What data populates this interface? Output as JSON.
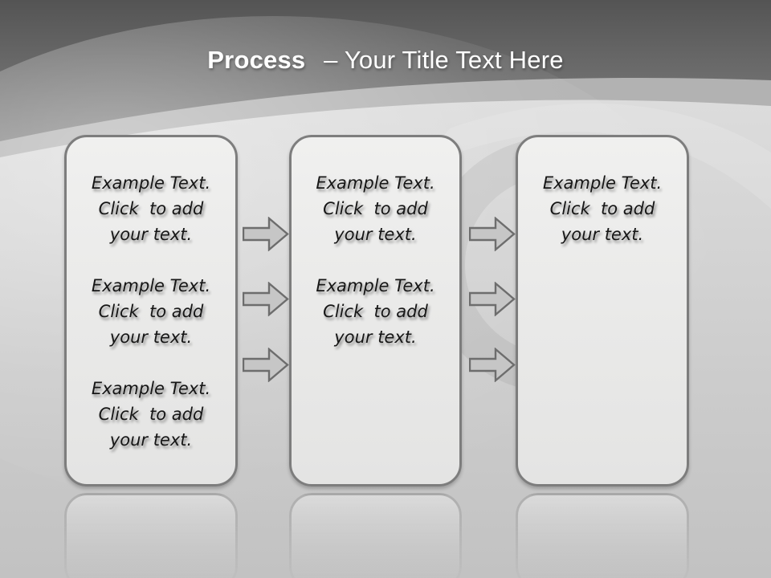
{
  "title": {
    "bold": "Process",
    "rest": "– Your Title Text Here"
  },
  "boxes": [
    {
      "paragraphs": [
        "Example Text.\nClick  to add\nyour text.",
        "Example Text.\nClick  to add\nyour text.",
        "Example Text.\nClick  to add\nyour text."
      ]
    },
    {
      "paragraphs": [
        "Example Text.\nClick  to add\nyour text.",
        "Example Text.\nClick  to add\nyour text."
      ]
    },
    {
      "paragraphs": [
        "Example Text.\nClick  to add\nyour text."
      ]
    }
  ],
  "icons": {
    "connector": "right-block-arrow-icon",
    "connector_count_per_gap": 3
  },
  "colors": {
    "header_top": "#545454",
    "header_bottom": "#8d8d8d",
    "curve_band": "#b2b2b2",
    "body_light": "#dcdcdc",
    "body_dark": "#c2c2c2",
    "box_fill": "#eaeaea",
    "box_border": "#7d7d7d",
    "arrow_fill": "#c6c6c6",
    "arrow_stroke": "#6d6d6d",
    "title_text": "#ffffff",
    "body_text": "#161616"
  }
}
